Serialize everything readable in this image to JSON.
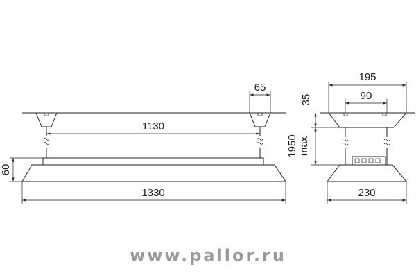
{
  "dimensions": {
    "front_bracket_width": "65",
    "front_mount_spacing": "1130",
    "front_height": "60",
    "front_total_length": "1330",
    "side_top_width": "195",
    "side_mount_spacing": "90",
    "side_top_height": "35",
    "side_suspension_max": "1950",
    "side_suspension_max_suffix": "max",
    "side_bottom_width": "230"
  },
  "watermark": "www.pallor.ru"
}
